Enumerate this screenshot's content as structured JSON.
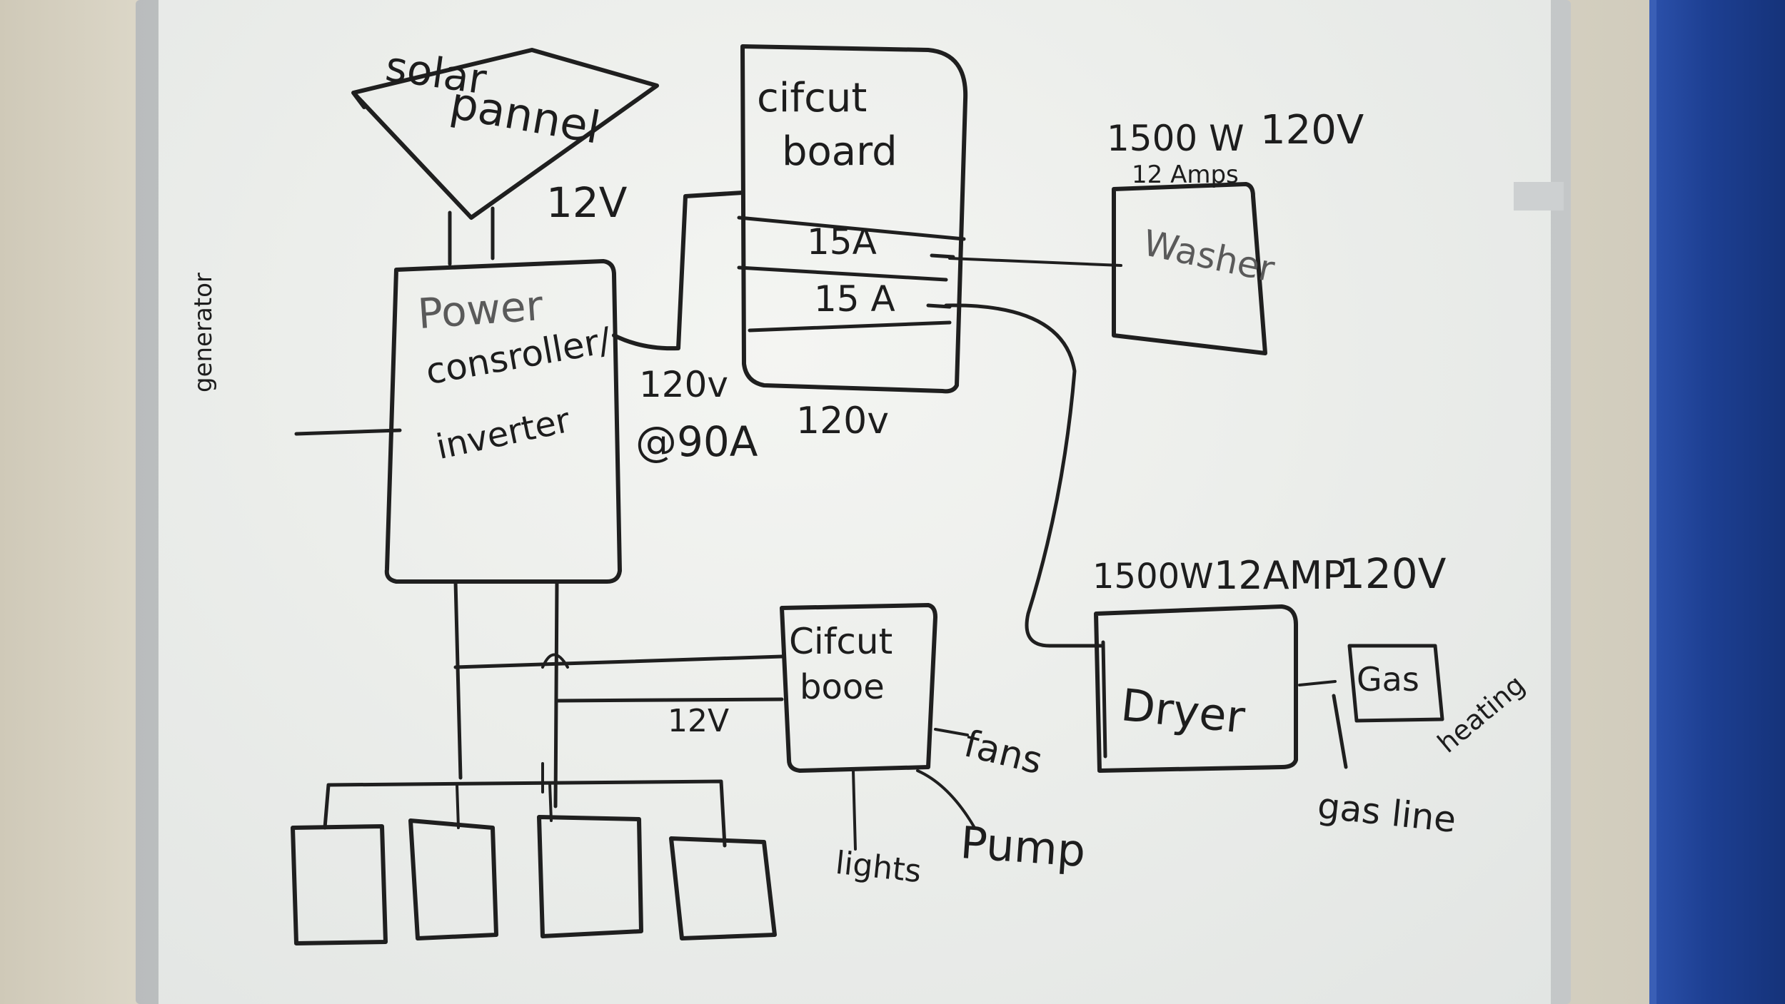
{
  "diagram": {
    "solar_panel": {
      "line1": "solar",
      "line2": "pannel"
    },
    "solar_voltage": "12V",
    "generator": "generator",
    "power_controller": {
      "line1": "Power",
      "line2": "consroller/",
      "line3": "inverter"
    },
    "inverter_output": {
      "line1": "120v",
      "line2": "@90A"
    },
    "circuit_board_main": {
      "line1": "cifcut",
      "line2": "board"
    },
    "breaker_1": "15A",
    "breaker_2": "15 A",
    "board_voltage": "120v",
    "washer": {
      "label": "Washer",
      "power": "1500 W",
      "amps": "12 Amps",
      "voltage": "120V"
    },
    "dryer": {
      "label": "Dryer",
      "spec_power": "1500W",
      "spec_amps": "12AMP",
      "spec_voltage": "120V"
    },
    "gas": {
      "label": "Gas",
      "line": "gas line",
      "heating": "heating"
    },
    "circuit_board_small": {
      "line1": "Cifcut",
      "line2": "booe"
    },
    "dc_voltage": "12V",
    "outputs": {
      "fans": "fans",
      "pump": "Pump",
      "lights": "lights"
    }
  }
}
